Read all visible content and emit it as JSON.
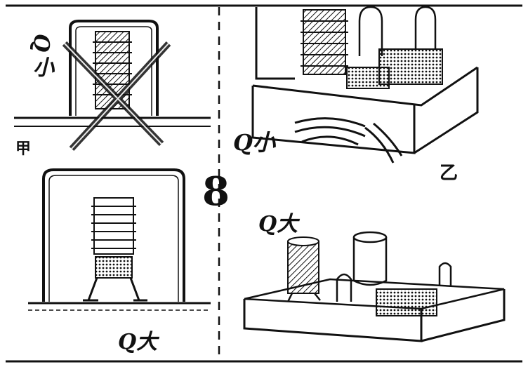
{
  "panel_top_left": {
    "label": "Q小",
    "sub_label": "甲"
  },
  "panel_bottom_left": {
    "label": "Q大"
  },
  "panel_top_right": {
    "label": "Q小",
    "sub_label": "乙"
  },
  "panel_bottom_right": {
    "label": "Q大"
  },
  "figure_number": "8",
  "colors": {
    "ink": "#111111",
    "paper": "#ffffff"
  }
}
